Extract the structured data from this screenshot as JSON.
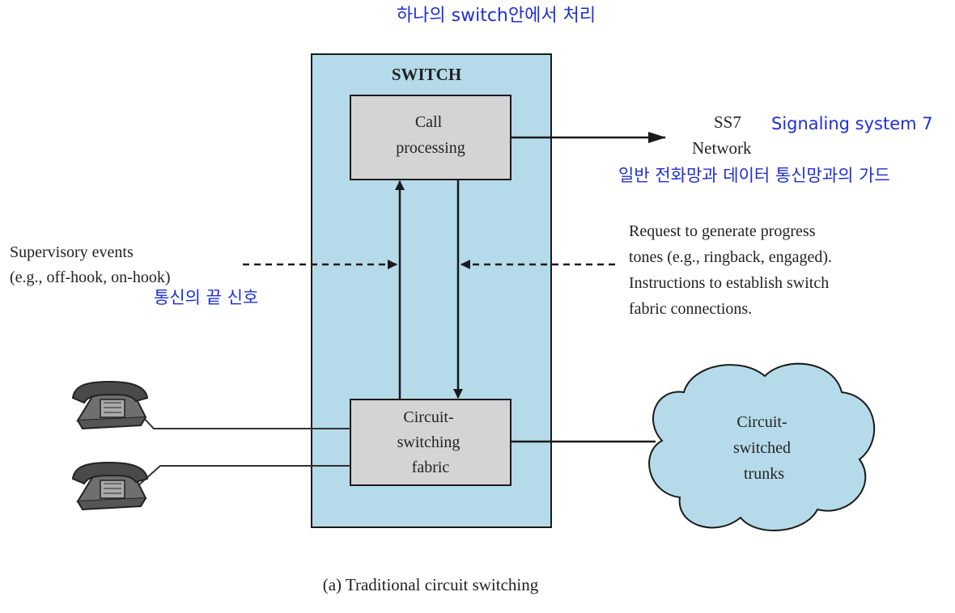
{
  "colors": {
    "switch_fill": "#b5dbea",
    "box_fill": "#d4d4d4",
    "stroke": "#1a1a1a",
    "annotation": "#1f2fd6",
    "cloud_fill": "#b5dbea"
  },
  "annotations": {
    "top": "하나의 switch안에서 처리",
    "ss7_expansion": "Signaling system 7",
    "network_note": "일반 전화망과 데이터 통신망과의 가드",
    "onhook_note": "통신의 끝 신호"
  },
  "switch": {
    "title": "SWITCH",
    "call_processing": [
      "Call",
      "processing"
    ],
    "fabric": [
      "Circuit-",
      "switching",
      "fabric"
    ]
  },
  "ss7": {
    "line1": "SS7",
    "line2": "Network"
  },
  "supervisory": [
    "Supervisory events",
    "(e.g., off-hook, on-hook)"
  ],
  "request": [
    "Request to generate progress",
    "tones (e.g., ringback, engaged).",
    "Instructions to establish switch",
    "fabric connections."
  ],
  "cloud": [
    "Circuit-",
    "switched",
    "trunks"
  ],
  "icons": [
    "telephone-icon",
    "telephone-icon"
  ],
  "caption": "(a) Traditional circuit switching"
}
